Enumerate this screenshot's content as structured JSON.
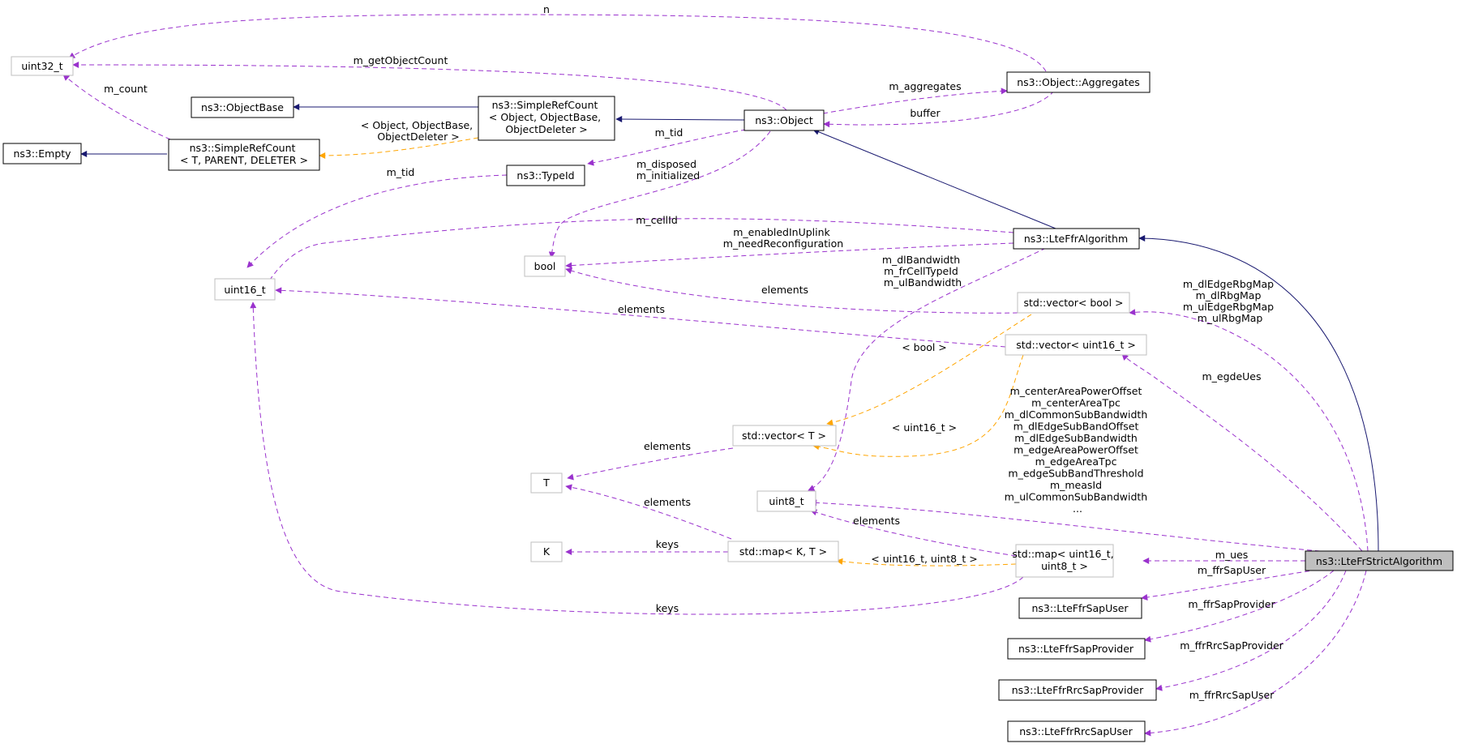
{
  "colors": {
    "inheritance": "#191970",
    "usage": "#9a32cd",
    "template": "#ffa500",
    "node_border": "#000000",
    "external_border": "#bfbfbf",
    "focus_fill": "#bfbfbf"
  },
  "nodes": {
    "uint32_t": "uint32_t",
    "object_base": "ns3::ObjectBase",
    "empty": "ns3::Empty",
    "simple_ref_count_t": [
      "ns3::SimpleRefCount",
      "< T, PARENT, DELETER >"
    ],
    "simple_ref_count_object": [
      "ns3::SimpleRefCount",
      "< Object, ObjectBase,",
      "ObjectDeleter >"
    ],
    "object": "ns3::Object",
    "aggregates": "ns3::Object::Aggregates",
    "type_id": "ns3::TypeId",
    "lte_ffr_algorithm": "ns3::LteFfrAlgorithm",
    "uint16_t": "uint16_t",
    "bool": "bool",
    "vector_bool": "std::vector< bool >",
    "vector_uint16": "std::vector< uint16_t >",
    "vector_t": "std::vector< T >",
    "t": "T",
    "uint8_t": "uint8_t",
    "k": "K",
    "map_kt": "std::map< K, T >",
    "map_uint16_uint8": [
      "std::map< uint16_t,",
      "uint8_t >"
    ],
    "lte_fr_strict": "ns3::LteFrStrictAlgorithm",
    "lte_ffr_sap_user": "ns3::LteFfrSapUser",
    "lte_ffr_sap_provider": "ns3::LteFfrSapProvider",
    "lte_ffr_rrc_sap_provider": "ns3::LteFfrRrcSapProvider",
    "lte_ffr_rrc_sap_user": "ns3::LteFfrRrcSapUser"
  },
  "edge_labels": {
    "n": "n",
    "m_getObjectCount": "m_getObjectCount",
    "m_count": "m_count",
    "m_aggregates": "m_aggregates",
    "buffer": "buffer",
    "object_template": [
      "< Object, ObjectBase,",
      "ObjectDeleter >"
    ],
    "m_tid_object": "m_tid",
    "m_tid_typeid": "m_tid",
    "m_disposed": [
      "m_disposed",
      "m_initialized"
    ],
    "m_cellId": "m_cellId",
    "m_enabled": [
      "m_enabledInUplink",
      "m_needReconfiguration"
    ],
    "m_dlBandwidth": [
      "m_dlBandwidth",
      "m_frCellTypeId",
      "m_ulBandwidth"
    ],
    "elements_bool": "elements",
    "elements_uint16": "elements",
    "rbg_maps": [
      "m_dlEdgeRbgMap",
      "m_dlRbgMap",
      "m_ulEdgeRbgMap",
      "m_ulRbgMap"
    ],
    "bool_template": "< bool >",
    "m_egdeUes": "m_egdeUes",
    "power_offsets": [
      "m_centerAreaPowerOffset",
      "m_centerAreaTpc",
      "m_dlCommonSubBandwidth",
      "m_dlEdgeSubBandOffset",
      "m_dlEdgeSubBandwidth",
      "m_edgeAreaPowerOffset",
      "m_edgeAreaTpc",
      "m_edgeSubBandThreshold",
      "m_measId",
      "m_ulCommonSubBandwidth",
      "..."
    ],
    "uint16_template": "< uint16_t >",
    "elements_t": "elements",
    "elements_map_t": "elements",
    "elements_uint8": "elements",
    "keys_k": "keys",
    "map_template": "< uint16_t, uint8_t >",
    "m_ues": "m_ues",
    "keys_uint16": "keys",
    "m_ffrSapUser": "m_ffrSapUser",
    "m_ffrSapProvider": "m_ffrSapProvider",
    "m_ffrRrcSapProvider": "m_ffrRrcSapProvider",
    "m_ffrRrcSapUser": "m_ffrRrcSapUser"
  }
}
